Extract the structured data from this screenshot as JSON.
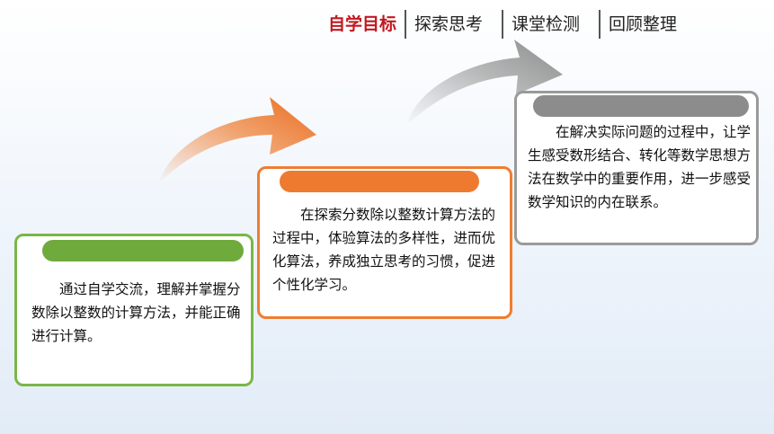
{
  "nav": {
    "tabs": [
      {
        "label": "自学目标",
        "active": true
      },
      {
        "label": "探索思考",
        "active": false
      },
      {
        "label": "课堂检测",
        "active": false
      },
      {
        "label": "回顾整理",
        "active": false
      }
    ]
  },
  "cards": [
    {
      "text": "通过自学交流，理解并掌握分数除以整数的计算方法，并能正确进行计算。",
      "color": "#7ab648"
    },
    {
      "text": "在探索分数除以整数计算方法的过程中，体验算法的多样性，进而优化算法，养成独立思考的习惯，促进个性化学习。",
      "color": "#ef7d31"
    },
    {
      "text": "在解决实际问题的过程中，让学生感受数形结合、转化等数学思想方法在数学中的重要作用，进一步感受数学知识的内在联系。",
      "color": "#9a9a9a"
    }
  ],
  "colors": {
    "active_tab": "#c0191f",
    "green": "#7ab648",
    "orange": "#ef7d31",
    "gray": "#9a9a9a"
  }
}
